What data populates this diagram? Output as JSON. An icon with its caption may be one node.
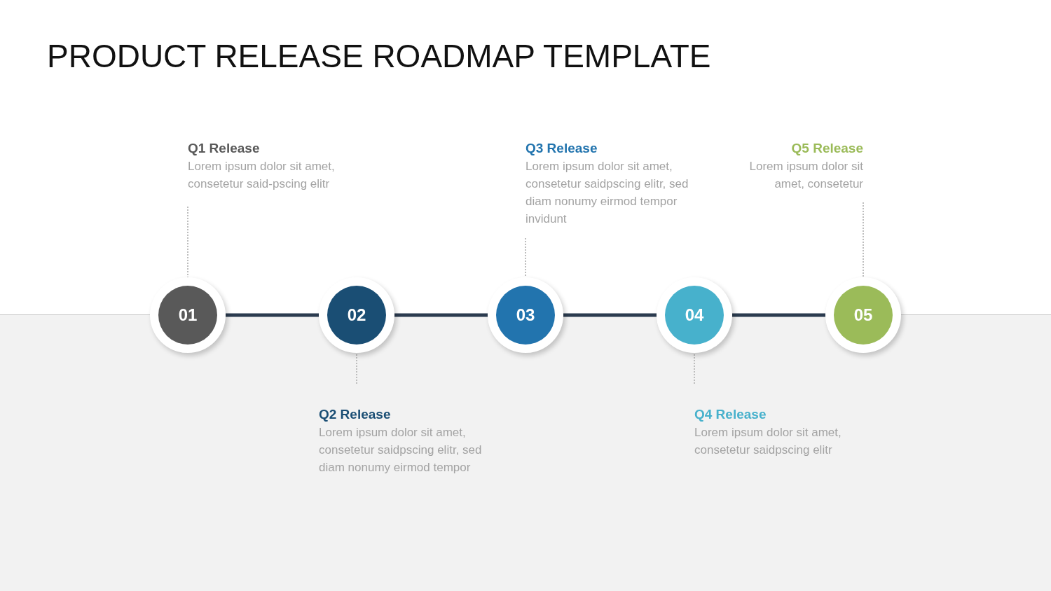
{
  "diagram": {
    "title": "PRODUCT RELEASE ROADMAP TEMPLATE",
    "nodes": [
      {
        "text": [
          "Q1 Release",
          "Lorem ipsum dolor sit amet, consetetur said-pscing elitr"
        ]
      },
      {
        "text": [
          "Q3 Release",
          "Lorem ipsum dolor sit amet, consetetur saidpscing elitr, sed diam nonumy eirmod tempor invidunt"
        ]
      },
      {
        "text": [
          "Q5 Release",
          "Lorem ipsum dolor sit amet, consetetur"
        ]
      },
      {
        "text": [
          "01"
        ]
      },
      {
        "text": [
          "02"
        ]
      },
      {
        "text": [
          "03"
        ]
      },
      {
        "text": [
          "04"
        ]
      },
      {
        "text": [
          "05"
        ]
      },
      {
        "text": [
          "Q2 Release",
          "Lorem ipsum dolor sit amet, consetetur saidpscing elitr, sed diam nonumy eirmod tempor"
        ]
      },
      {
        "text": [
          "Q4 Release",
          "Lorem ipsum dolor sit amet, consetetur saidpscing elitr"
        ]
      }
    ],
    "edges": [
      {
        "from": 3,
        "to": 4,
        "arrow": "none",
        "style": "thick",
        "color": "#2b3b4f"
      },
      {
        "from": 4,
        "to": 5,
        "arrow": "none",
        "style": "thick",
        "color": "#2b3b4f"
      },
      {
        "from": 5,
        "to": 6,
        "arrow": "none",
        "style": "thick",
        "color": "#2b3b4f"
      },
      {
        "from": 6,
        "to": 7,
        "arrow": "none",
        "style": "thick",
        "color": "#2b3b4f"
      },
      {
        "from": 0,
        "to": 3,
        "arrow": "none",
        "style": "dashed"
      },
      {
        "from": 8,
        "to": 4,
        "arrow": "none",
        "style": "dashed"
      },
      {
        "from": 1,
        "to": 5,
        "arrow": "none",
        "style": "dashed"
      },
      {
        "from": 9,
        "to": 6,
        "arrow": "none",
        "style": "dashed"
      },
      {
        "from": 2,
        "to": 7,
        "arrow": "none",
        "style": "dashed"
      }
    ]
  }
}
